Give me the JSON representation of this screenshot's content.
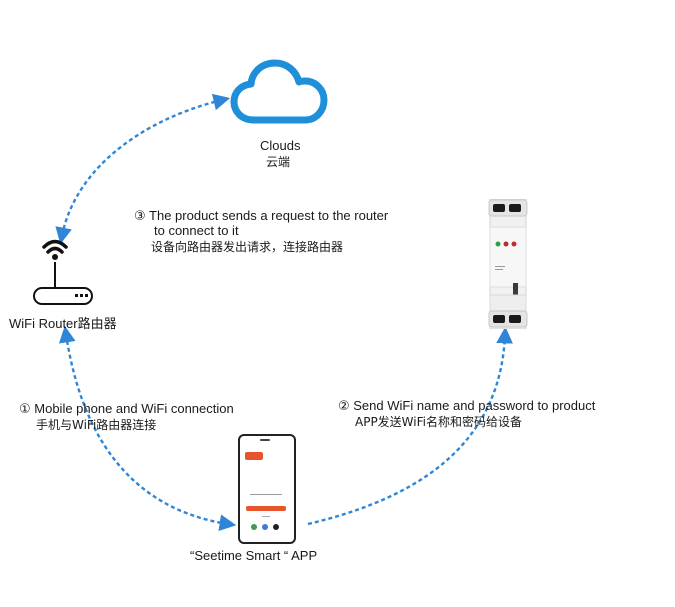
{
  "cloud": {
    "label": "Clouds",
    "label_cn": "云端",
    "icon": "cloud-icon",
    "color": "#1e8fd8"
  },
  "router": {
    "label": "WiFi Router路由器",
    "icon": "wifi-router-icon"
  },
  "step3": {
    "line1": "③ The product sends a request to the router",
    "line2": "to connect to it",
    "line3": "设备向路由器发出请求，连接路由器"
  },
  "step1": {
    "line1": "① Mobile phone and WiFi connection",
    "line2": "手机与WiFi路由器连接"
  },
  "step2": {
    "line1": "② Send WiFi name and password to product",
    "line2": "APP发送WiFi名称和密码给设备"
  },
  "phone": {
    "caption": "“Seetime Smart “ APP",
    "app_logo": "tuya"
  },
  "device": {
    "icon": "din-rail-device-icon"
  },
  "colors": {
    "arrow": "#2f86d6",
    "accent": "#e8542b"
  }
}
